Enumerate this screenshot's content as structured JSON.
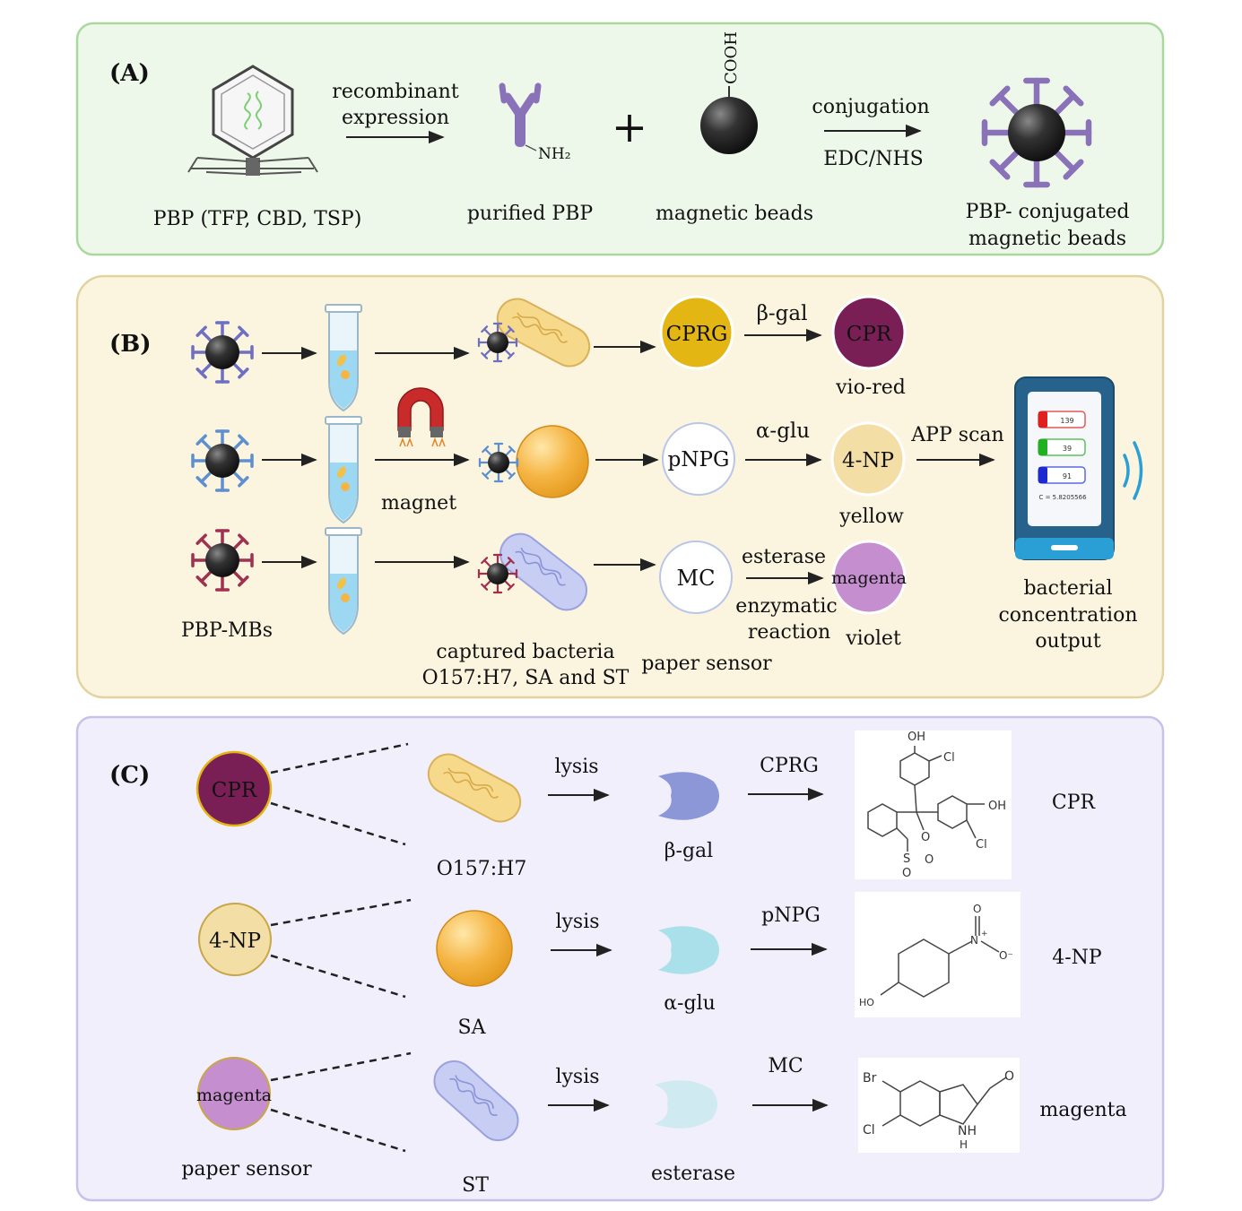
{
  "colors": {
    "panel_a_bg": "#eef8ea",
    "panel_a_border": "#a9d89d",
    "panel_b_bg": "#fbf4de",
    "panel_b_border": "#e2d3a0",
    "panel_c_bg": "#f1effc",
    "panel_c_border": "#c7c2ea",
    "cpr": "#7a1f55",
    "cprg": "#e3b614",
    "np4": "#f3dfa6",
    "magenta": "#c58fcf",
    "bacteria_ec": "#f6d98a",
    "bacteria_st": "#c8cdf3",
    "sa": "#f5b544",
    "beta_gal": "#8b97d6",
    "alpha_glu": "#a9e0ea",
    "esterase": "#cfeaf0",
    "antibody": "#8a72b9",
    "bead": "#2b2b2b"
  },
  "panel_a": {
    "label": "(A)",
    "phage_label": "PBP (TFP, CBD, TSP)",
    "arrow1_top": "recombinant",
    "arrow1_bottom": "expression",
    "nh2": "NH₂",
    "purified_label": "purified PBP",
    "plus": "+",
    "cooh": "COOH",
    "beads_label": "magnetic beads",
    "arrow2_top": "conjugation",
    "arrow2_bottom": "EDC/NHS",
    "conj_label_1": "PBP- conjugated",
    "conj_label_2": "magnetic beads"
  },
  "panel_b": {
    "label": "(B)",
    "magnet_label": "magnet",
    "pbp_mbs_label": "PBP-MBs",
    "captured_1": "captured bacteria",
    "captured_2": "O157:H7, SA and ST",
    "paper_sensor": "paper sensor",
    "row1": {
      "substrate": "CPRG",
      "enzyme": "β-gal",
      "product": "CPR",
      "color": "vio-red"
    },
    "row2": {
      "substrate": "pNPG",
      "enzyme": "α-glu",
      "product": "4-NP",
      "color": "yellow"
    },
    "row3": {
      "substrate": "MC",
      "enzyme": "esterase",
      "enzymatic_1": "enzymatic",
      "enzymatic_2": "reaction",
      "product": "magenta",
      "color": "violet"
    },
    "app_scan": "APP scan",
    "phone_values": [
      "139",
      "39",
      "91"
    ],
    "phone_c": "C = 5.8205566",
    "output_1": "bacterial",
    "output_2": "concentration",
    "output_3": "output"
  },
  "panel_c": {
    "label": "(C)",
    "row1": {
      "circle": "CPR",
      "bacteria": "O157:H7",
      "lysis": "lysis",
      "enzyme": "β-gal",
      "substrate": "CPRG",
      "product": "CPR"
    },
    "row2": {
      "circle": "4-NP",
      "bacteria": "SA",
      "lysis": "lysis",
      "enzyme": "α-glu",
      "substrate": "pNPG",
      "product": "4-NP"
    },
    "row3": {
      "circle": "magenta",
      "bacteria": "ST",
      "lysis": "lysis",
      "enzyme": "esterase",
      "substrate": "MC",
      "product": "magenta"
    },
    "paper_sensor": "paper sensor",
    "chem_cpr": {
      "oh1": "OH",
      "cl1": "Cl",
      "oh2": "OH",
      "cl2": "Cl",
      "s": "S",
      "o1": "O",
      "o2": "O",
      "o3": "O"
    },
    "chem_4np": {
      "n": "N",
      "plus": "+",
      "o1": "O",
      "o2": "O⁻",
      "ho": "HO"
    },
    "chem_mc": {
      "br": "Br",
      "cl": "Cl",
      "o": "O",
      "nh": "NH",
      "h": "H"
    }
  }
}
